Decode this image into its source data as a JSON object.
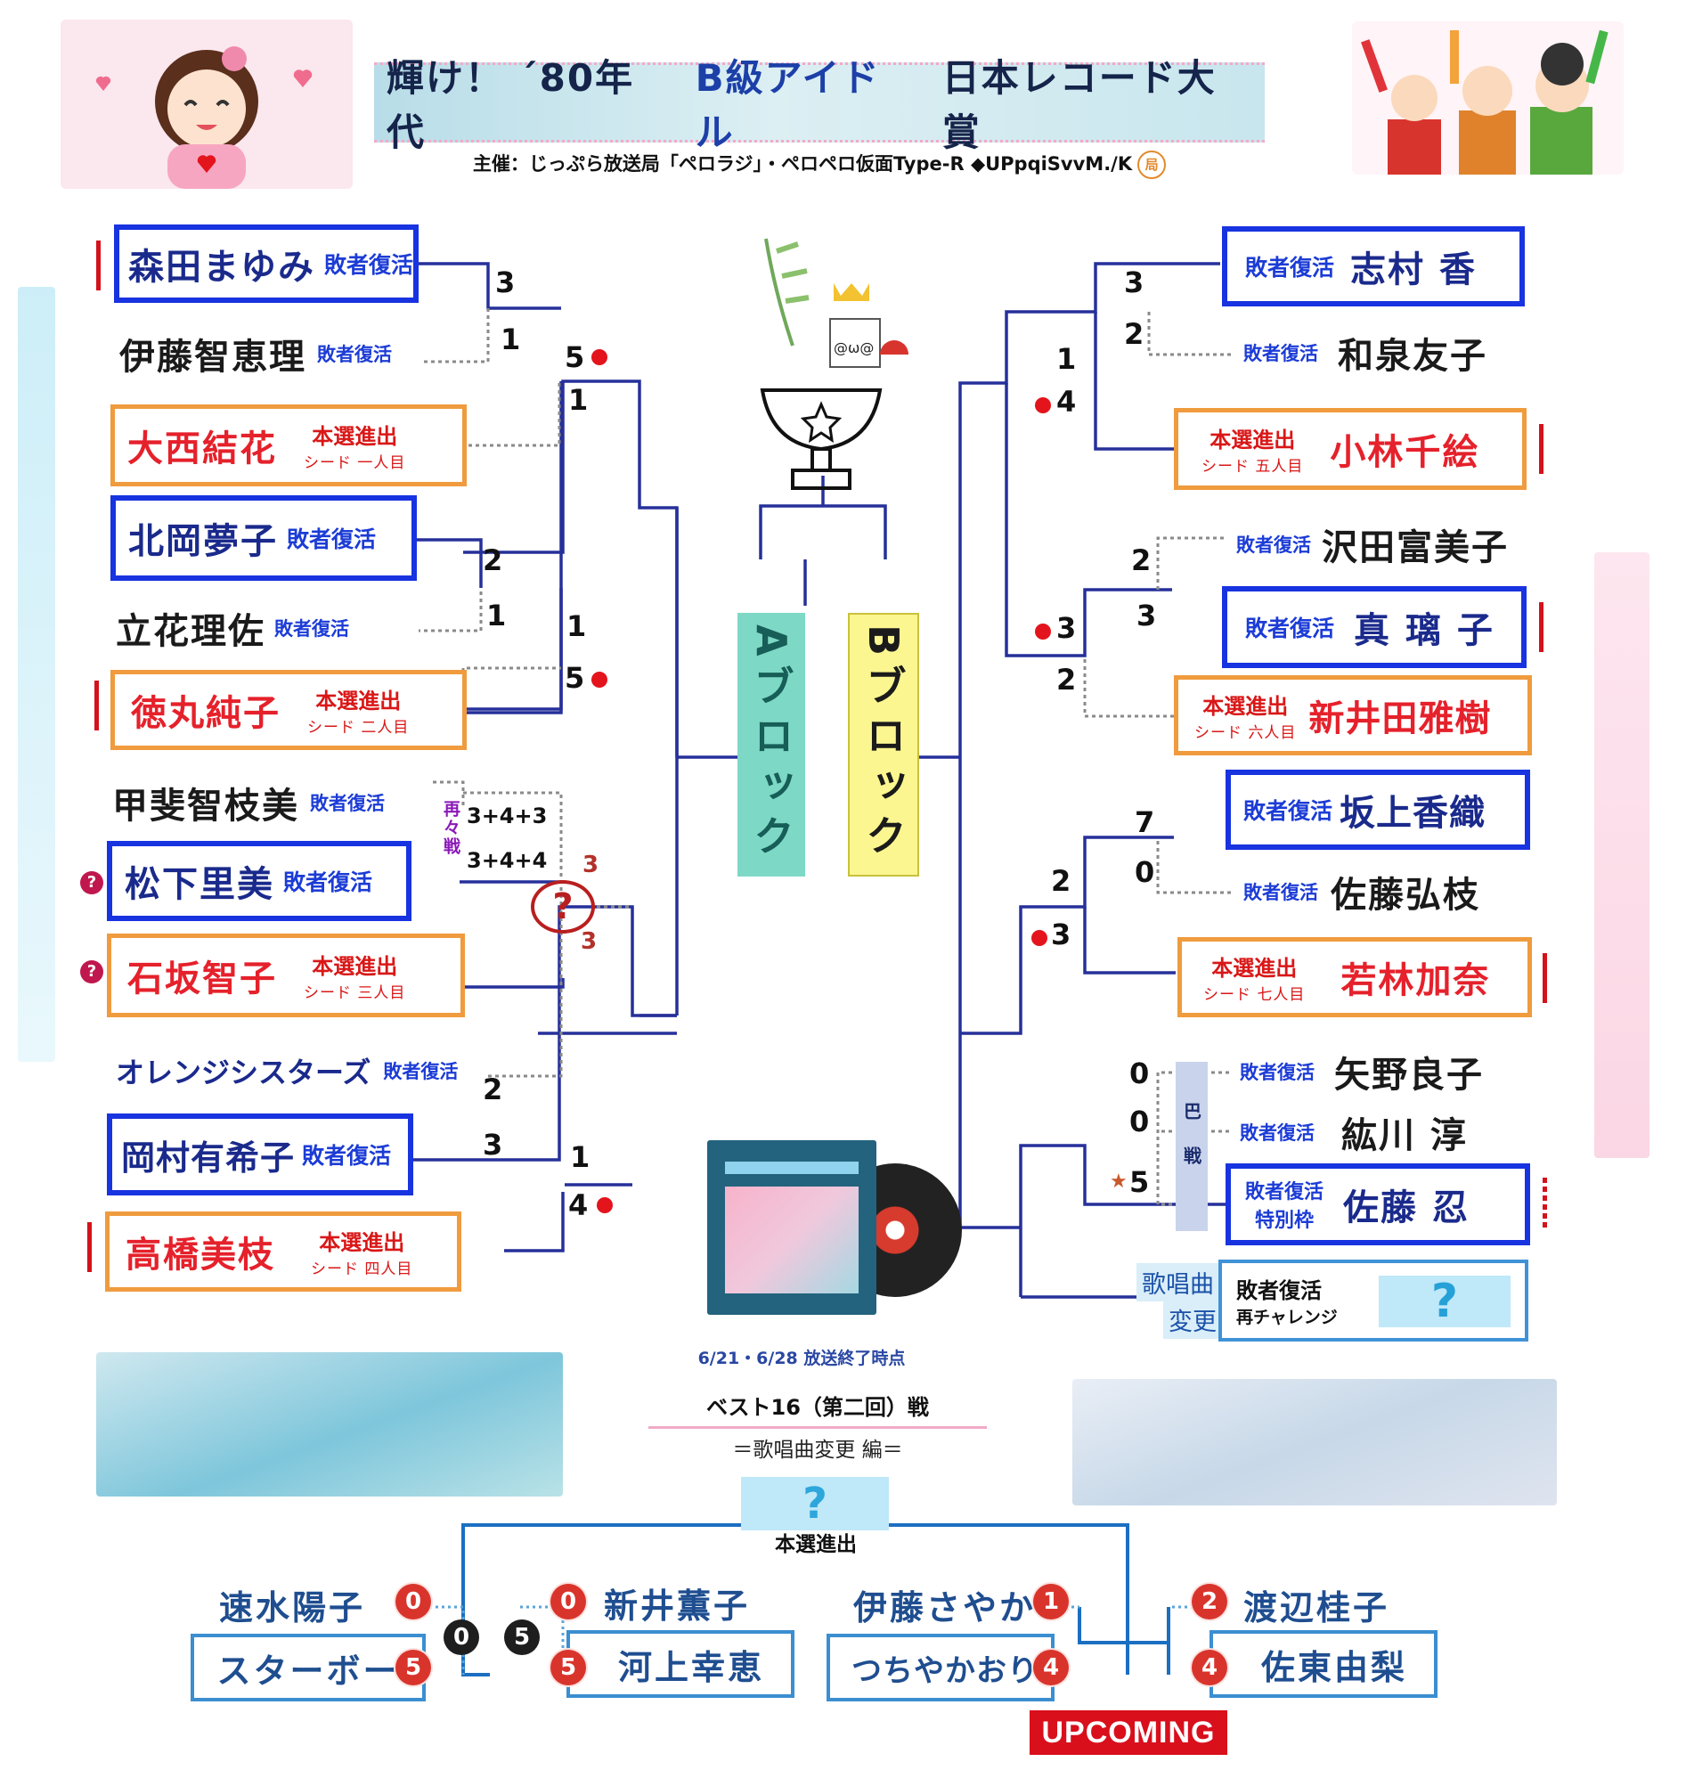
{
  "header": {
    "title_left": "輝け！ ´80年代",
    "title_mid": "B級アイドル",
    "title_right": "日本レコード大賞",
    "organizer": "主催：じっぷら放送局「ペロラジ」・ペロペロ仮面Type-R ◆UPpqiSvvM./K"
  },
  "labels": {
    "revival": "敗者復活",
    "seed_main": "本選進出",
    "special_frame": "特別枠",
    "rematch": "再々戦",
    "tomoe": "巴戦",
    "song_change_1": "歌唱曲",
    "song_change_2": "変更",
    "retry_1": "敗者復活",
    "retry_2": "再チャレンジ",
    "question": "?",
    "block_a": "Aブロック",
    "block_b": "Bブロック"
  },
  "left": {
    "entries": [
      {
        "name": "森田まゆみ",
        "tag": "敗者復活"
      },
      {
        "name": "伊藤智恵理",
        "tag": "敗者復活"
      },
      {
        "name": "大西結花",
        "tag": "本選進出",
        "seed": "シード 一人目"
      },
      {
        "name": "北岡夢子",
        "tag": "敗者復活"
      },
      {
        "name": "立花理佐",
        "tag": "敗者復活"
      },
      {
        "name": "徳丸純子",
        "tag": "本選進出",
        "seed": "シード 二人目"
      },
      {
        "name": "甲斐智枝美",
        "tag": "敗者復活"
      },
      {
        "name": "松下里美",
        "tag": "敗者復活"
      },
      {
        "name": "石坂智子",
        "tag": "本選進出",
        "seed": "シード 三人目"
      },
      {
        "name": "オレンジシスターズ",
        "tag": "敗者復活"
      },
      {
        "name": "岡村有希子",
        "tag": "敗者復活"
      },
      {
        "name": "高橋美枝",
        "tag": "本選進出",
        "seed": "シード 四人目"
      }
    ],
    "scores": {
      "m1_top": "3",
      "m1_bot": "1",
      "m2_top": "5",
      "m2_bot": "1",
      "m3_top": "2",
      "m3_bot": "1",
      "m4_top": "1",
      "m4_bot": "5",
      "replay_1": "3+4+3",
      "replay_2": "3+4+4",
      "m6_top": "3",
      "m6_bot": "3",
      "m7_top": "2",
      "m7_bot": "3",
      "m8_top": "1",
      "m8_bot": "4"
    }
  },
  "right": {
    "entries": [
      {
        "name": "志村 香",
        "tag": "敗者復活"
      },
      {
        "name": "和泉友子",
        "tag": "敗者復活"
      },
      {
        "name": "小林千絵",
        "tag": "本選進出",
        "seed": "シード 五人目"
      },
      {
        "name": "沢田富美子",
        "tag": "敗者復活"
      },
      {
        "name": "真 璃 子",
        "tag": "敗者復活"
      },
      {
        "name": "新井田雅樹",
        "tag": "本選進出",
        "seed": "シード 六人目"
      },
      {
        "name": "坂上香織",
        "tag": "敗者復活"
      },
      {
        "name": "佐藤弘枝",
        "tag": "敗者復活"
      },
      {
        "name": "若林加奈",
        "tag": "本選進出",
        "seed": "シード 七人目"
      },
      {
        "name": "矢野良子",
        "tag": "敗者復活"
      },
      {
        "name": "紘川 淳",
        "tag": "敗者復活"
      },
      {
        "name": "佐藤 忍",
        "tag": "敗者復活"
      }
    ],
    "scores": {
      "m1_top": "3",
      "m1_bot": "2",
      "m2_top": "1",
      "m2_bot": "4",
      "m3_top": "2",
      "m3_bot": "3",
      "m4_top": "3",
      "m4_bot": "2",
      "m5_top": "7",
      "m5_bot": "0",
      "m6_top": "2",
      "m6_bot": "3",
      "t1": "0",
      "t2": "0",
      "t3": "5"
    }
  },
  "caption": {
    "date": "6/21・6/28 放送終了時点",
    "round": "ベスト16（第二回）戦",
    "edition": "＝歌唱曲変更 編＝"
  },
  "bottom": {
    "final_label": "本選進出",
    "players": [
      {
        "name": "速水陽子",
        "score": "0"
      },
      {
        "name": "スターボー",
        "score": "5"
      },
      {
        "name": "新井薫子",
        "score": "0"
      },
      {
        "name": "河上幸恵",
        "score": "5"
      },
      {
        "name": "伊藤さやか",
        "score": "1"
      },
      {
        "name": "つちやかおり",
        "score": "4"
      },
      {
        "name": "渡辺桂子",
        "score": "2"
      },
      {
        "name": "佐東由梨",
        "score": "4"
      }
    ],
    "semi_scores": [
      "0",
      "5"
    ],
    "upcoming": "UPCOMING"
  },
  "icons": [
    "girl-illustration",
    "fans-illustration",
    "trophy-icon",
    "cat-mascot",
    "watermelon-icon",
    "crown-icon",
    "record-jacket",
    "vinyl-disc"
  ],
  "colors": {
    "blue_border": "#1833e0",
    "orange_border": "#ef9b3e",
    "red_text": "#e5212b",
    "red_dot": "#e3141c"
  }
}
